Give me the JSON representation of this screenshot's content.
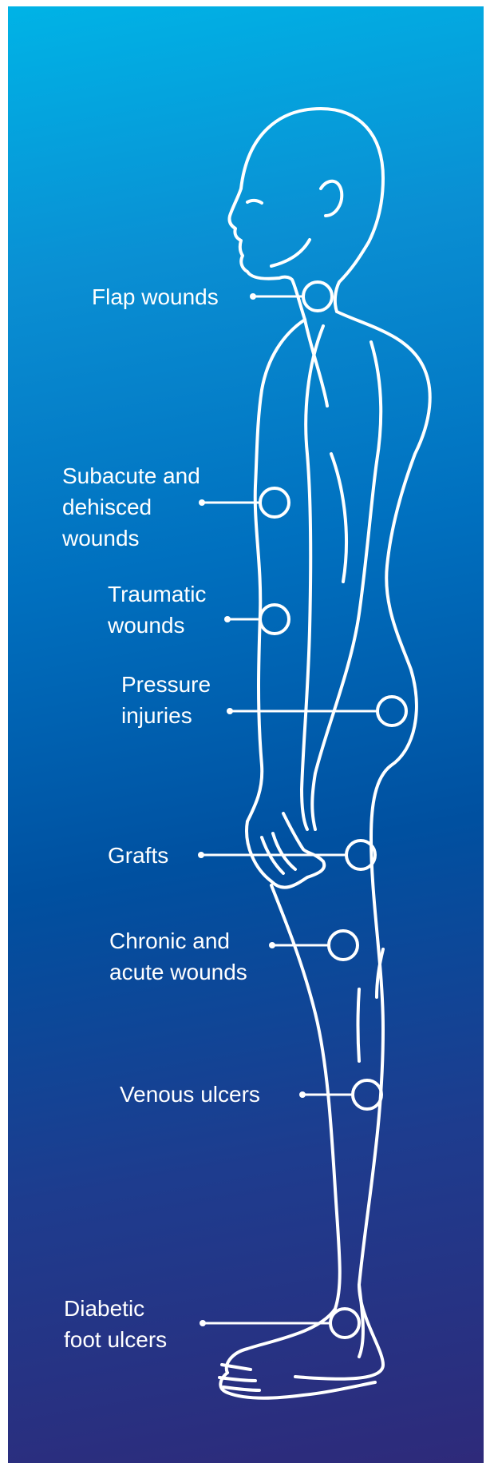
{
  "colors": {
    "gradient_top": "#00b3e6",
    "gradient_bottom": "#2e2a7a",
    "line": "#ffffff"
  },
  "labels": [
    {
      "id": "flap",
      "lines": [
        "Flap wounds"
      ]
    },
    {
      "id": "subacute",
      "lines": [
        "Subacute and",
        "dehisced",
        "wounds"
      ]
    },
    {
      "id": "traumatic",
      "lines": [
        "Traumatic",
        "wounds"
      ]
    },
    {
      "id": "pressure",
      "lines": [
        "Pressure",
        "injuries"
      ]
    },
    {
      "id": "grafts",
      "lines": [
        "Grafts"
      ]
    },
    {
      "id": "chronic",
      "lines": [
        "Chronic and",
        "acute wounds"
      ]
    },
    {
      "id": "venous",
      "lines": [
        "Venous ulcers"
      ]
    },
    {
      "id": "diabetic",
      "lines": [
        "Diabetic",
        "foot ulcers"
      ]
    }
  ]
}
